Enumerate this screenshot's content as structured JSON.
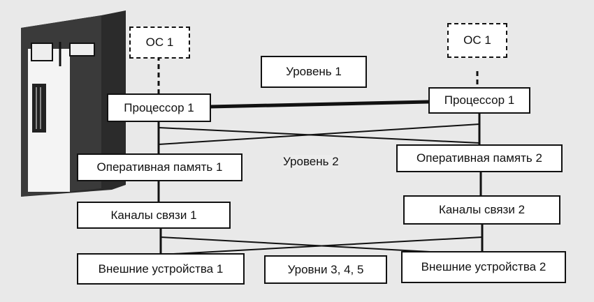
{
  "diagram": {
    "os_left": "ОС 1",
    "os_right": "ОС 1",
    "level_1": "Уровень 1",
    "level_2": "Уровень 2",
    "level_345": "Уровни 3, 4, 5",
    "left": {
      "processor": "Процессор 1",
      "memory": "Оперативная память 1",
      "channels": "Каналы связи 1",
      "devices": "Внешние устройства 1"
    },
    "right": {
      "processor": "Процессор 1",
      "memory": "Оперативная память 2",
      "channels": "Каналы связи 2",
      "devices": "Внешние устройства 2"
    }
  },
  "colors": {
    "line": "#111111",
    "background": "#e9e9e9",
    "computer": "#2a2a2a"
  }
}
